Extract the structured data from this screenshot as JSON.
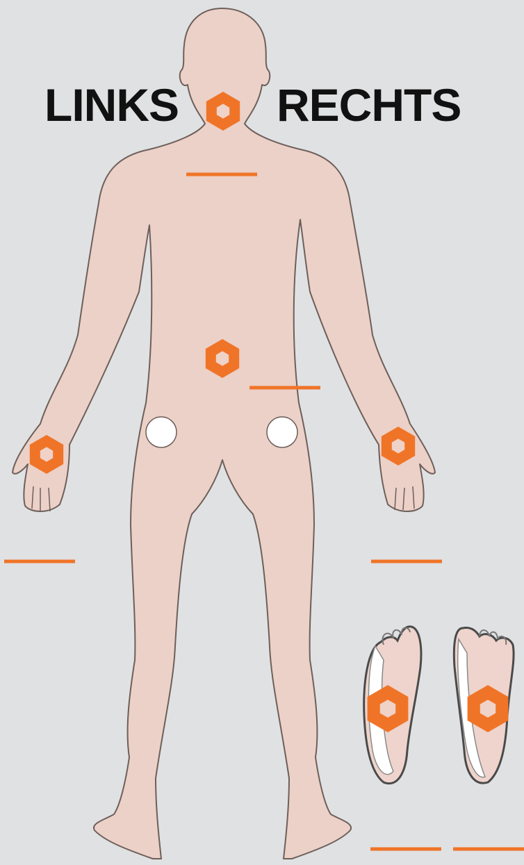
{
  "labels": {
    "left": "LINKS",
    "right": "RECHTS"
  },
  "colors": {
    "background": "#e0e1e3",
    "skin": "#ebd1c8",
    "outline": "#6e5f5a",
    "marker": "#f07428",
    "marker_inner": "#efd2c8",
    "neutral_point": "#ffffff",
    "label": "#111111"
  },
  "points": [
    {
      "name": "neck-point",
      "shape": "hexagon"
    },
    {
      "name": "lower-back-point",
      "shape": "hexagon"
    },
    {
      "name": "left-hip-point",
      "shape": "circle"
    },
    {
      "name": "right-hip-point",
      "shape": "circle"
    },
    {
      "name": "left-hand-point",
      "shape": "hexagon"
    },
    {
      "name": "right-hand-point",
      "shape": "hexagon"
    },
    {
      "name": "left-foot-point",
      "shape": "hexagon"
    },
    {
      "name": "right-foot-point",
      "shape": "hexagon"
    }
  ],
  "answer_lines": [
    {
      "name": "neck-answer-line"
    },
    {
      "name": "back-answer-line"
    },
    {
      "name": "left-hand-answer-line"
    },
    {
      "name": "right-hand-answer-line"
    },
    {
      "name": "left-foot-answer-line"
    },
    {
      "name": "right-foot-answer-line"
    }
  ]
}
